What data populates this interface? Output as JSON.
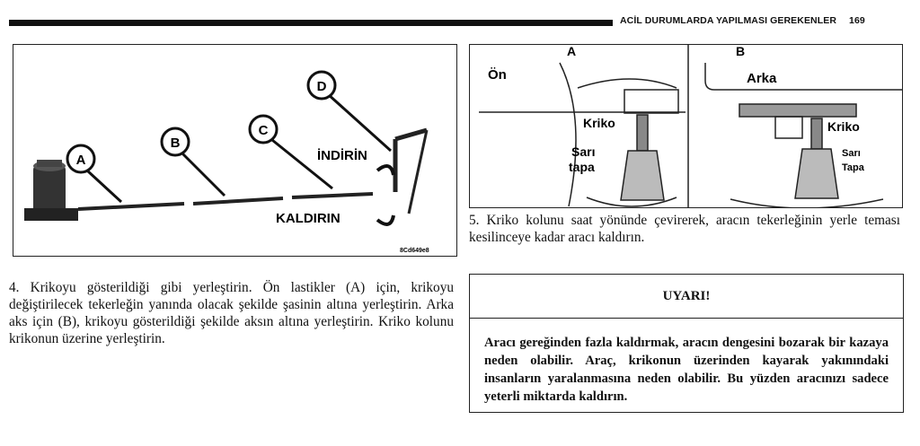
{
  "header": {
    "section_title": "ACİL DURUMLARDA YAPILMASI GEREKENLER",
    "page_number": "169"
  },
  "figure1": {
    "labels": {
      "a": "A",
      "b": "B",
      "c": "C",
      "d": "D"
    },
    "lower": "İNDİRİN",
    "raise": "KALDIRIN",
    "code": "8Cd649e8"
  },
  "figure2": {
    "panel_a": {
      "letter": "A",
      "front": "Ön",
      "jack": "Kriko",
      "plug_1": "Sarı",
      "plug_2": "tapa"
    },
    "panel_b": {
      "letter": "B",
      "rear": "Arka",
      "jack": "Kriko",
      "plug_1": "Sarı",
      "plug_2": "Tapa"
    }
  },
  "step4": "4. Krikoyu gösterildiği gibi yerleştirin. Ön lastikler (A) için, krikoyu değiştirilecek tekerleğin yanında olacak şekilde şasinin altına yerleştirin. Arka aks için (B), krikoyu gösterildiği şekilde aksın altına yerleştirin. Kriko kolunu krikonun üzerine yerleştirin.",
  "step5": "5. Kriko kolunu saat yönünde çevirerek, aracın tekerleğinin yerle teması kesilinceye kadar aracı kaldırın.",
  "warning": {
    "title": "UYARI!",
    "text": "Aracı gereğinden fazla kaldırmak, aracın dengesini bozarak bir kazaya neden olabilir. Araç, krikonun üzerinden kayarak yakınındaki insanların yaralanmasına neden olabilir. Bu yüzden aracınızı sadece yeterli miktarda kaldırın."
  }
}
